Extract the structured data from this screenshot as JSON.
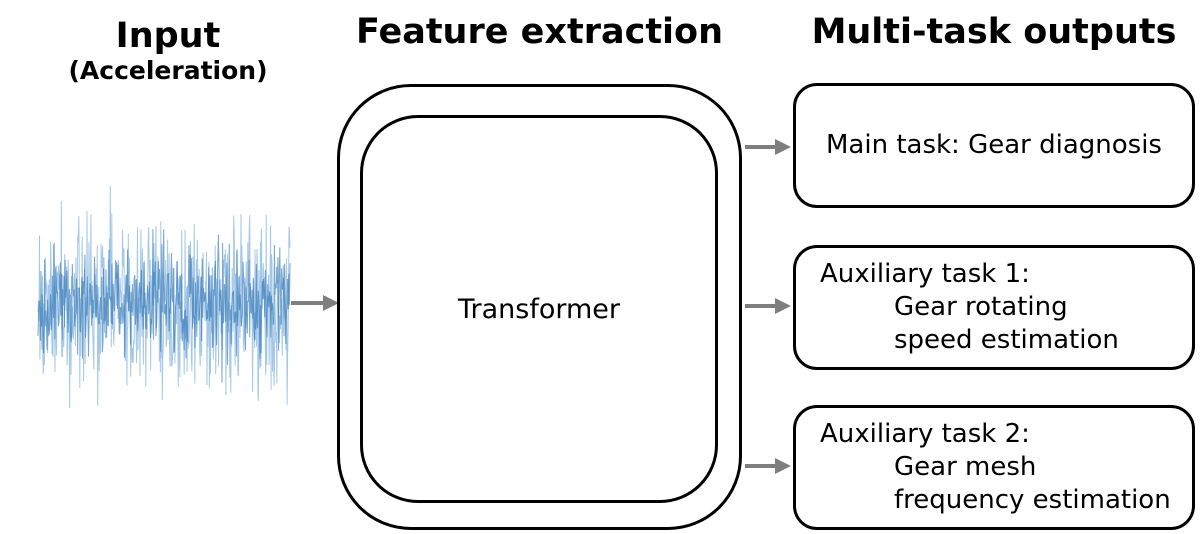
{
  "headers": {
    "input_title": "Input",
    "input_subtitle": "(Acceleration)",
    "feature_title": "Feature extraction",
    "outputs_title": "Multi-task outputs"
  },
  "feature": {
    "label": "Transformer"
  },
  "outputs": [
    {
      "lines": [
        "Main task: Gear diagnosis"
      ]
    },
    {
      "lines": [
        "Auxiliary task 1:",
        "Gear rotating",
        "speed estimation"
      ]
    },
    {
      "lines": [
        "Auxiliary task 2:",
        "Gear mesh",
        "frequency estimation"
      ]
    }
  ],
  "waveform": {
    "description": "acceleration noise signal",
    "seed": 1337,
    "layers": [
      {
        "points": 520,
        "amplitude": 70,
        "color": "#5b9bd5",
        "opacity": 0.55
      },
      {
        "points": 420,
        "amplitude": 44,
        "color": "#2e75b4",
        "opacity": 0.65
      }
    ]
  },
  "colors": {
    "border": "#000000",
    "arrow": "#7f7f7f",
    "background": "#ffffff"
  }
}
